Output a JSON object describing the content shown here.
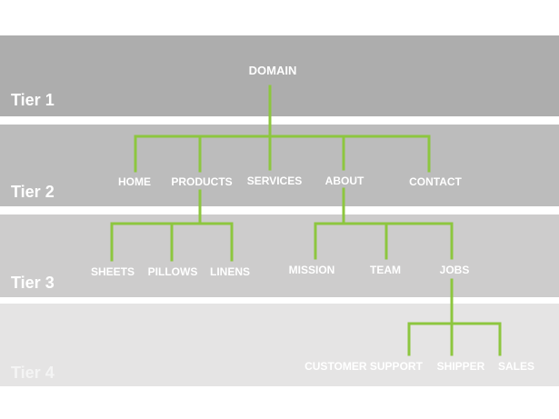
{
  "colors": {
    "tier1": "#adadad",
    "tier2": "#bcbcbc",
    "tier3": "#cdcccc",
    "tier4": "#e5e4e4",
    "tier4_label": "#f4f4f4",
    "connector": "#8dc63f",
    "text": "#ffffff"
  },
  "tiers": [
    {
      "label": "Tier 1"
    },
    {
      "label": "Tier 2"
    },
    {
      "label": "Tier 3"
    },
    {
      "label": "Tier 4"
    }
  ],
  "nodes": {
    "domain": "DOMAIN",
    "home": "HOME",
    "products": "PRODUCTS",
    "services": "SERVICES",
    "about": "ABOUT",
    "contact": "CONTACT",
    "sheets": "SHEETS",
    "pillows": "PILLOWS",
    "linens": "LINENS",
    "mission": "MISSION",
    "team": "TEAM",
    "jobs": "JOBS",
    "customer_support": "CUSTOMER SUPPORT",
    "shipper": "SHIPPER",
    "sales": "SALES"
  }
}
